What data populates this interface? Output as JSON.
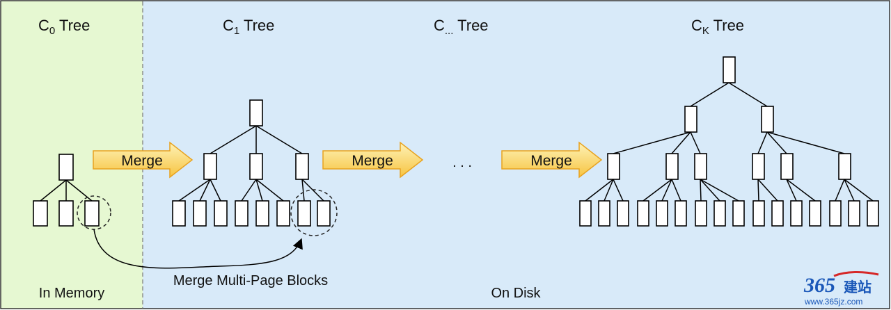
{
  "tree_titles": {
    "c0": {
      "main": "C",
      "sub": "0",
      "suffix": " Tree"
    },
    "c1": {
      "main": "C",
      "sub": "1",
      "suffix": " Tree"
    },
    "cmid": {
      "main": "C",
      "sub": "...",
      "suffix": " Tree"
    },
    "ck": {
      "main": "C",
      "sub": "K",
      "suffix": " Tree"
    }
  },
  "merge_labels": [
    "Merge",
    "Merge",
    "Merge"
  ],
  "ellipsis": ". . .",
  "multi_page_label": "Merge Multi-Page Blocks",
  "region_labels": {
    "memory": "In Memory",
    "disk": "On Disk"
  },
  "watermark": {
    "logo": "365建站",
    "url": "www.365jz.com"
  },
  "colors": {
    "memory_bg": "#e6f8d2",
    "disk_bg": "#d8eaf9",
    "arrow_fill_light": "#fdf2b8",
    "arrow_fill_dark": "#f7c440",
    "arrow_stroke": "#e8a21f"
  }
}
